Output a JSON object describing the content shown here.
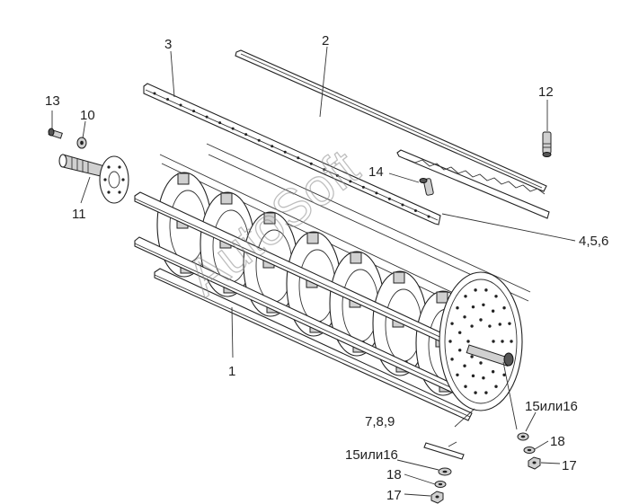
{
  "callouts": {
    "c1": "1",
    "c2": "2",
    "c3": "3",
    "c456": "4,5,6",
    "c789": "7,8,9",
    "c10": "10",
    "c11": "11",
    "c12": "12",
    "c13": "13",
    "c14": "14",
    "c15a": "15или16",
    "c15b": "15или16",
    "c17a": "17",
    "c17b": "17",
    "c18a": "18",
    "c18b": "18"
  },
  "watermark": "AutoSoft"
}
